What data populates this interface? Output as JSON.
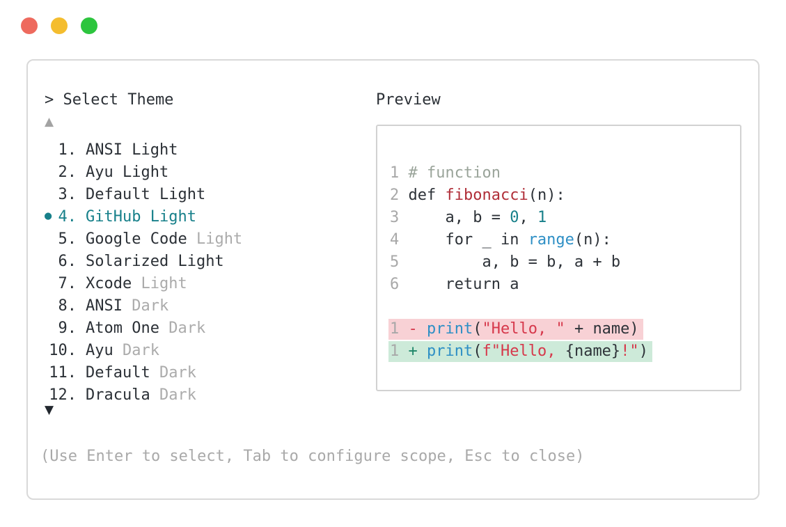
{
  "window": {
    "traffic_lights": [
      {
        "name": "close-button",
        "color": "#ee6a5e"
      },
      {
        "name": "minimize-button",
        "color": "#f4bd2f"
      },
      {
        "name": "zoom-button",
        "color": "#2dc53e"
      }
    ]
  },
  "theme_selector": {
    "prompt": "> Select Theme",
    "scroll_up_icon": "▲",
    "scroll_down_icon": "▼",
    "selected_bullet": "●",
    "items": [
      {
        "number": "1.",
        "name": "ANSI",
        "variant": "Light",
        "variant_muted": false,
        "selected": false
      },
      {
        "number": "2.",
        "name": "Ayu",
        "variant": "Light",
        "variant_muted": false,
        "selected": false
      },
      {
        "number": "3.",
        "name": "Default",
        "variant": "Light",
        "variant_muted": false,
        "selected": false
      },
      {
        "number": "4.",
        "name": "GitHub",
        "variant": "Light",
        "variant_muted": false,
        "selected": true
      },
      {
        "number": "5.",
        "name": "Google Code",
        "variant": "Light",
        "variant_muted": true,
        "selected": false
      },
      {
        "number": "6.",
        "name": "Solarized",
        "variant": "Light",
        "variant_muted": false,
        "selected": false
      },
      {
        "number": "7.",
        "name": "Xcode",
        "variant": "Light",
        "variant_muted": true,
        "selected": false
      },
      {
        "number": "8.",
        "name": "ANSI",
        "variant": "Dark",
        "variant_muted": true,
        "selected": false
      },
      {
        "number": "9.",
        "name": "Atom One",
        "variant": "Dark",
        "variant_muted": true,
        "selected": false
      },
      {
        "number": "10.",
        "name": "Ayu",
        "variant": "Dark",
        "variant_muted": true,
        "selected": false
      },
      {
        "number": "11.",
        "name": "Default",
        "variant": "Dark",
        "variant_muted": true,
        "selected": false
      },
      {
        "number": "12.",
        "name": "Dracula",
        "variant": "Dark",
        "variant_muted": true,
        "selected": false
      }
    ],
    "help": "(Use Enter to select, Tab to configure scope, Esc to close)"
  },
  "preview": {
    "title": "Preview",
    "lines": [
      {
        "num": "1",
        "type": "normal",
        "segments": [
          [
            " # function",
            "comment"
          ]
        ]
      },
      {
        "num": "2",
        "type": "normal",
        "segments": [
          [
            " def ",
            "default"
          ],
          [
            "fibonacci",
            "func"
          ],
          [
            "(n):",
            "default"
          ]
        ]
      },
      {
        "num": "3",
        "type": "normal",
        "segments": [
          [
            "     a, b = ",
            "default"
          ],
          [
            "0",
            "num"
          ],
          [
            ", ",
            "default"
          ],
          [
            "1",
            "num"
          ]
        ]
      },
      {
        "num": "4",
        "type": "normal",
        "segments": [
          [
            "     for _ in ",
            "default"
          ],
          [
            "range",
            "blue"
          ],
          [
            "(n):",
            "default"
          ]
        ]
      },
      {
        "num": "5",
        "type": "normal",
        "segments": [
          [
            "         a, b = b, a + b",
            "default"
          ]
        ]
      },
      {
        "num": "6",
        "type": "normal",
        "segments": [
          [
            "     return a",
            "default"
          ]
        ]
      },
      {
        "num": "",
        "type": "blank",
        "segments": []
      },
      {
        "num": "1",
        "type": "del",
        "segments": [
          [
            " ",
            "default"
          ],
          [
            "-",
            "del"
          ],
          [
            " ",
            "default"
          ],
          [
            "print",
            "blue"
          ],
          [
            "(",
            "default"
          ],
          [
            "\"Hello, \"",
            "str"
          ],
          [
            " + name)",
            "default"
          ]
        ]
      },
      {
        "num": "1",
        "type": "add",
        "segments": [
          [
            " ",
            "default"
          ],
          [
            "+",
            "add"
          ],
          [
            " ",
            "default"
          ],
          [
            "print",
            "blue"
          ],
          [
            "(",
            "default"
          ],
          [
            "f\"Hello, ",
            "str"
          ],
          [
            "{name}",
            "default"
          ],
          [
            "!\"",
            "str"
          ],
          [
            ")",
            "default"
          ]
        ]
      }
    ]
  },
  "colors": {
    "accent_teal": "#17808a",
    "text_dark": "#2b3036",
    "text_muted": "#ababab",
    "diff_del_bg": "#f8d1d5",
    "diff_add_bg": "#cdead9",
    "string_red": "#d6384b",
    "function_red": "#b02e38",
    "builtin_blue": "#2e8fc5",
    "comment_green": "#9aa49a"
  }
}
